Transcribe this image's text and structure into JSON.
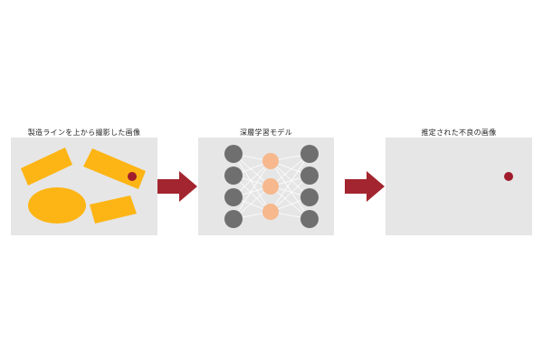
{
  "stages": [
    {
      "label": "製造ラインを上から撮影した画像"
    },
    {
      "label": "深層学習モデル"
    },
    {
      "label": "推定された不良の画像"
    }
  ],
  "colors": {
    "panel": "#e6e6e6",
    "part": "#fdb515",
    "defect": "#a01c2c",
    "arrow": "#a3252f",
    "node_gray": "#6f6f6f",
    "node_orange": "#f6b88c",
    "edge": "#ffffff"
  },
  "network": {
    "layers": [
      4,
      3,
      4
    ]
  }
}
